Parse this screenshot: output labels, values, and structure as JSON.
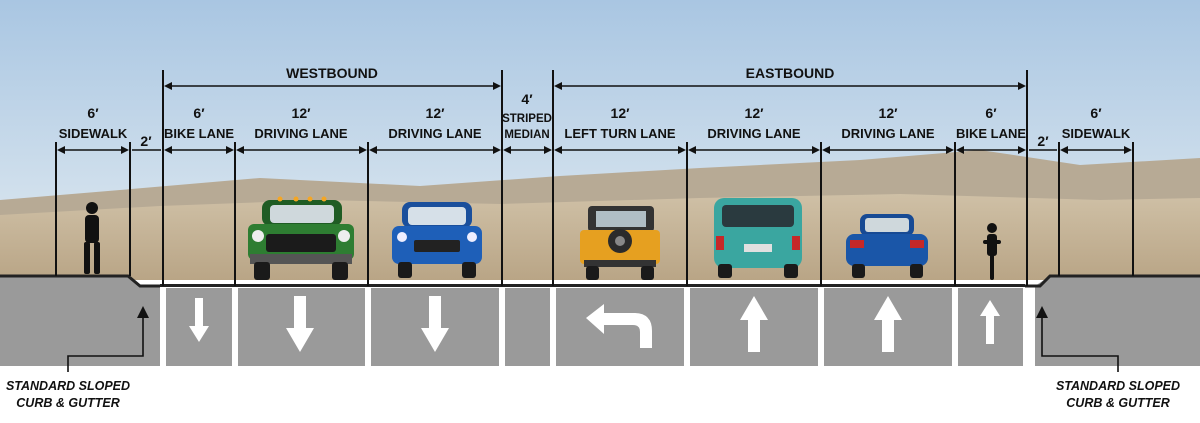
{
  "headers": {
    "westbound": "WESTBOUND",
    "eastbound": "EASTBOUND"
  },
  "segments": [
    {
      "width": "6′",
      "name": "SIDEWALK"
    },
    {
      "width": "2′"
    },
    {
      "width": "6′",
      "name": "BIKE LANE",
      "direction": "down"
    },
    {
      "width": "12′",
      "name": "DRIVING LANE",
      "direction": "down"
    },
    {
      "width": "12′",
      "name": "DRIVING LANE",
      "direction": "down"
    },
    {
      "width": "4′",
      "name_line1": "STRIPED",
      "name_line2": "MEDIAN"
    },
    {
      "width": "12′",
      "name": "LEFT TURN LANE",
      "direction": "left-turn"
    },
    {
      "width": "12′",
      "name": "DRIVING LANE",
      "direction": "up"
    },
    {
      "width": "12′",
      "name": "DRIVING LANE",
      "direction": "up"
    },
    {
      "width": "6′",
      "name": "BIKE LANE",
      "direction": "up"
    },
    {
      "width": "2′"
    },
    {
      "width": "6′",
      "name": "SIDEWALK"
    }
  ],
  "curb_note": {
    "line1": "STANDARD SLOPED",
    "line2": "CURB & GUTTER"
  },
  "colors": {
    "sky_top": "#a9c6e2",
    "sky_bottom": "#e2ebf1",
    "desert": "#c9b9a1",
    "pavement": "#9a9a9a",
    "arrow": "#ffffff",
    "green_truck": "#2e7d32",
    "blue_suv": "#1e5fb8",
    "yellow_jeep": "#e6a020",
    "teal_van": "#3aa6a0",
    "blue_car": "#1a56a8"
  }
}
